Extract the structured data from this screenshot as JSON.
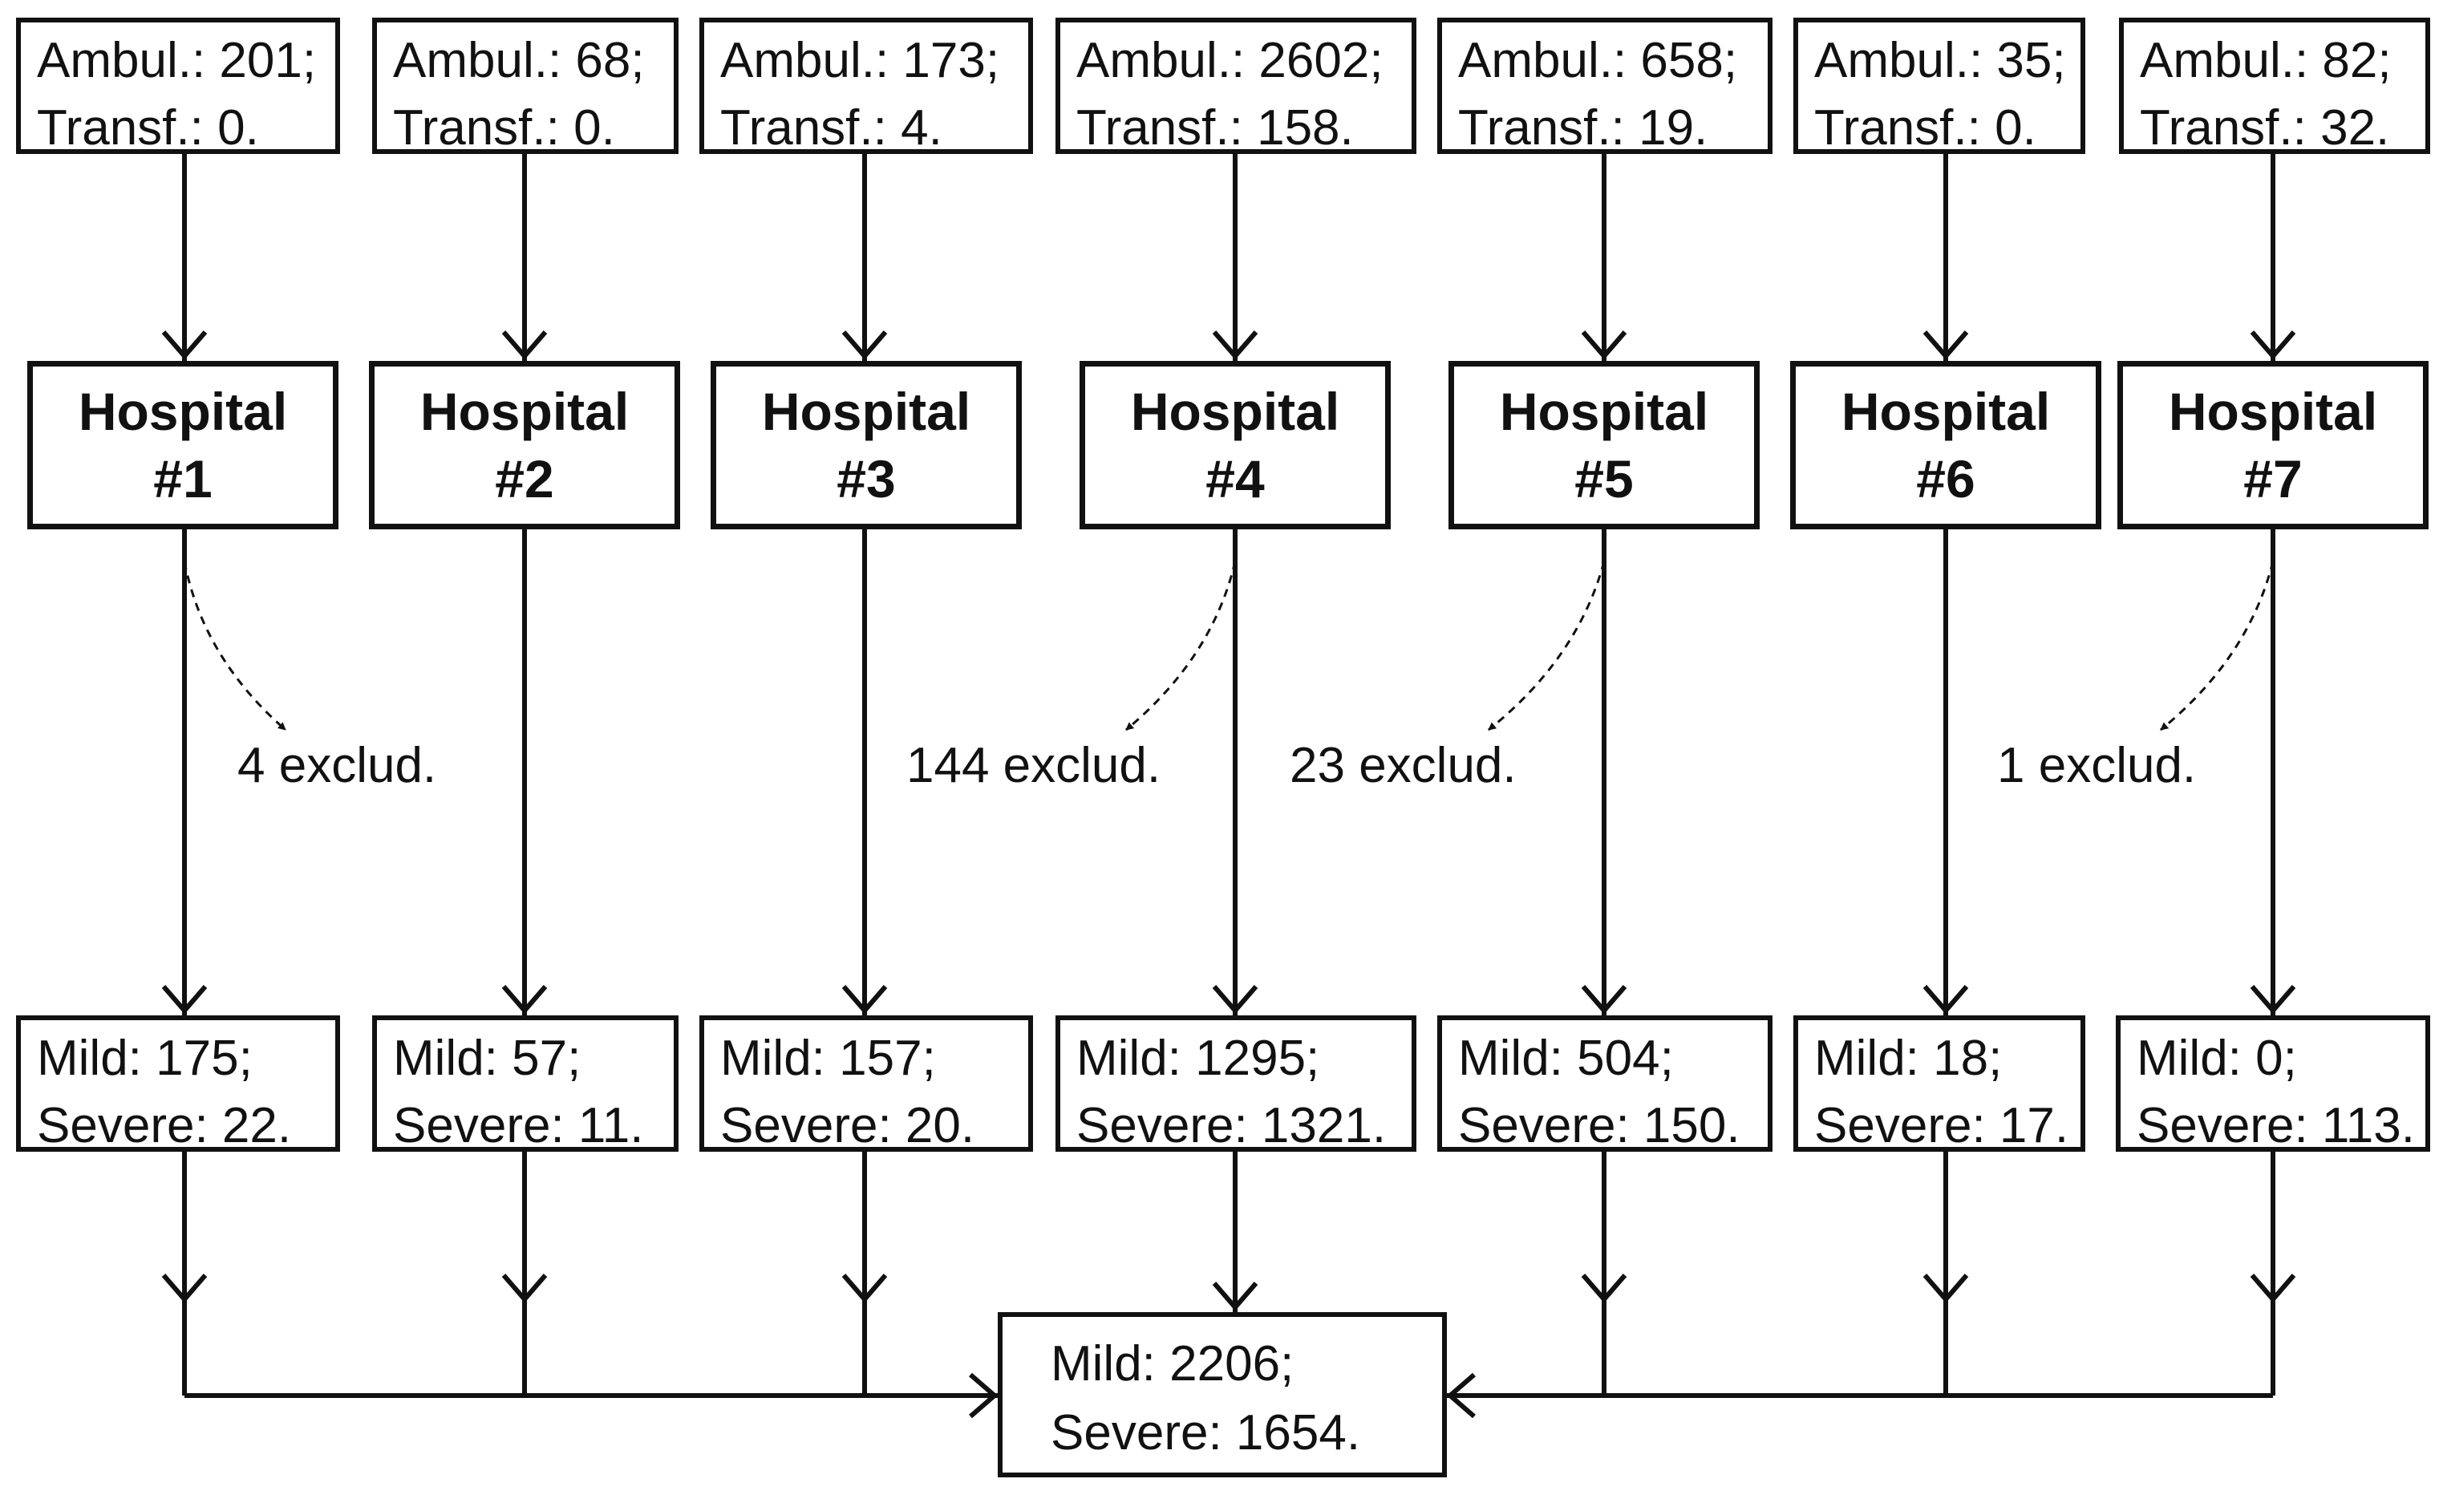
{
  "hospitals": [
    {
      "input_line1": "Ambul.: 201;",
      "input_line2": "Transf.: 0.",
      "name_line1": "Hospital",
      "name_line2": "#1",
      "excluded": "4 exclud.",
      "output_line1": "Mild: 175;",
      "output_line2": "Severe: 22."
    },
    {
      "input_line1": "Ambul.: 68;",
      "input_line2": "Transf.: 0.",
      "name_line1": "Hospital",
      "name_line2": "#2",
      "excluded": "",
      "output_line1": "Mild: 57;",
      "output_line2": "Severe: 11."
    },
    {
      "input_line1": "Ambul.: 173;",
      "input_line2": "Transf.: 4.",
      "name_line1": "Hospital",
      "name_line2": "#3",
      "excluded": "",
      "output_line1": "Mild: 157;",
      "output_line2": "Severe: 20."
    },
    {
      "input_line1": "Ambul.: 2602;",
      "input_line2": "Transf.: 158.",
      "name_line1": "Hospital",
      "name_line2": "#4",
      "excluded": "144 exclud.",
      "output_line1": "Mild: 1295;",
      "output_line2": "Severe: 1321."
    },
    {
      "input_line1": "Ambul.: 658;",
      "input_line2": "Transf.: 19.",
      "name_line1": "Hospital",
      "name_line2": "#5",
      "excluded": "23 exclud.",
      "output_line1": "Mild: 504;",
      "output_line2": "Severe: 150."
    },
    {
      "input_line1": "Ambul.: 35;",
      "input_line2": "Transf.: 0.",
      "name_line1": "Hospital",
      "name_line2": "#6",
      "excluded": "",
      "output_line1": "Mild: 18;",
      "output_line2": "Severe: 17."
    },
    {
      "input_line1": "Ambul.: 82;",
      "input_line2": "Transf.: 32.",
      "name_line1": "Hospital",
      "name_line2": "#7",
      "excluded": "1 exclud.",
      "output_line1": "Mild: 0;",
      "output_line2": "Severe: 113."
    }
  ],
  "total": {
    "line1": "Mild: 2206;",
    "line2": "Severe: 1654."
  }
}
